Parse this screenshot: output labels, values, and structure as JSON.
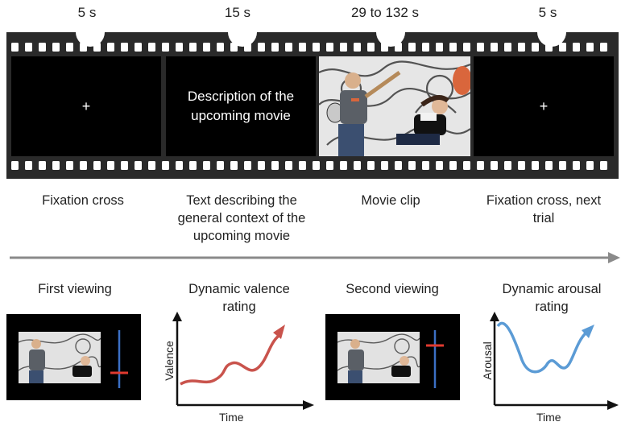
{
  "timeline": {
    "durations": [
      "5 s",
      "15 s",
      "29 to 132 s",
      "5 s"
    ],
    "frames": {
      "fixation": "+",
      "description": "Description of the upcoming movie"
    },
    "captions": [
      "Fixation cross",
      "Text describing the general context of the upcoming movie",
      "Movie clip",
      "Fixation cross, next trial"
    ]
  },
  "panels": {
    "first_viewing": "First viewing",
    "valence_title": "Dynamic valence rating",
    "second_viewing": "Second viewing",
    "arousal_title": "Dynamic arousal rating",
    "valence_axis": "Valence",
    "arousal_axis": "Arousal",
    "time_axis": "Time"
  },
  "colors": {
    "valence_curve": "#c9534c",
    "arousal_curve": "#5b9bd5",
    "slider_line": "#3b6fc4",
    "slider_marker": "#e03a2f",
    "timeline_arrow": "#8a8a8a"
  }
}
